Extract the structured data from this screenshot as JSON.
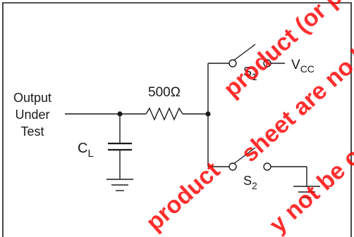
{
  "labels": {
    "input_line1": "Output",
    "input_line2": "Under",
    "input_line3": "Test",
    "resistor": "500Ω",
    "capacitor_main": "C",
    "capacitor_sub": "L",
    "switch1_main": "S",
    "switch1_sub": "1",
    "switch2_main": "S",
    "switch2_sub": "2",
    "vcc_main": "V",
    "vcc_sub": "CC"
  },
  "watermark": {
    "line1": "product (or produc",
    "line2": "sheet are no lon",
    "line3": "product",
    "line4": "y not be o",
    "color": "#ff0000"
  }
}
